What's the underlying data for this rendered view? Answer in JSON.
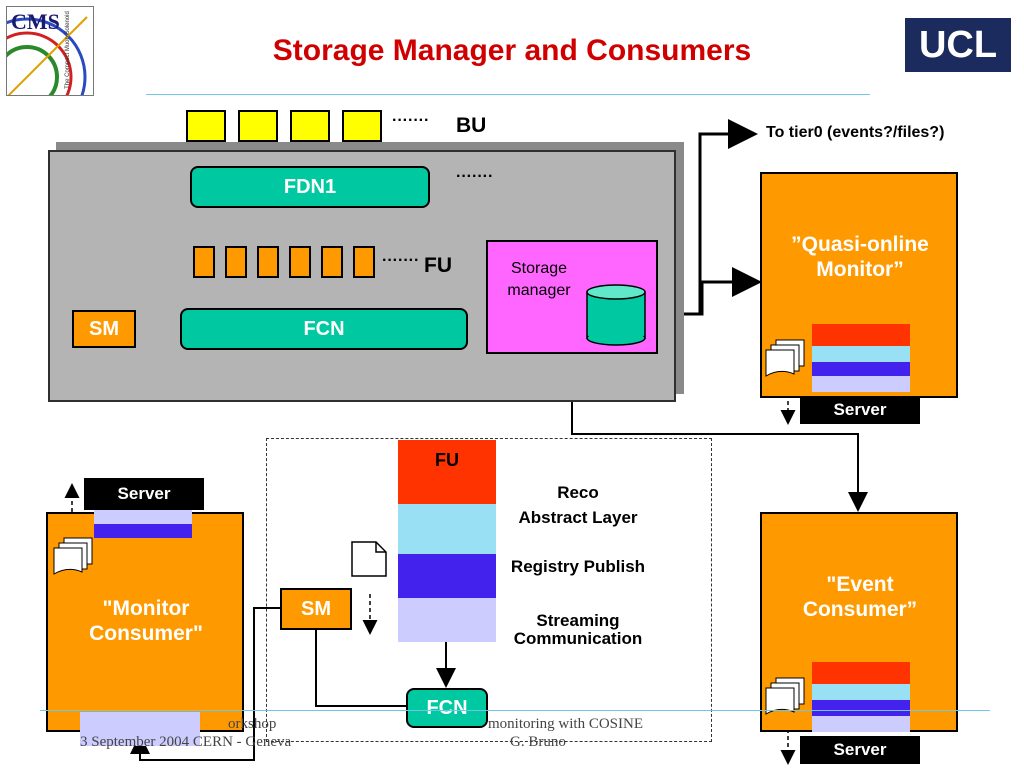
{
  "title": "Storage Manager and Consumers",
  "logos": {
    "left": "CMS",
    "left_sub": "The Compact Muon Solenoid",
    "right": "UCL"
  },
  "daq": {
    "bu_label": "BU",
    "fdn_label": "FDN1",
    "fu_label": "FU",
    "fcn_label": "FCN",
    "sm_label": "SM",
    "dots": "·······",
    "storage_manager_label": "Storage manager"
  },
  "tier0_label": "To tier0 (events?/files?)",
  "quasi_online": {
    "label": "”Quasi-online Monitor”",
    "server": "Server"
  },
  "event_consumer": {
    "label": "\"Event Consumer”",
    "server": "Server"
  },
  "monitor_consumer": {
    "label": "\"Monitor Consumer\"",
    "server": "Server"
  },
  "fu_stack": {
    "header": "FU",
    "layers": [
      "Reco",
      "Abstract Layer",
      "Registry Publish",
      "Streaming Communication"
    ],
    "sm_label": "SM",
    "fcn_label": "FCN"
  },
  "colors": {
    "red": "#ff3300",
    "light_blue": "#99e0f4",
    "blue": "#4422ee",
    "lavender": "#ccccff",
    "orange": "#ff9900",
    "green": "#00c8a0",
    "magenta": "#ff66ff",
    "yellow": "#ffff00"
  },
  "footer": {
    "left_line1": "orkshop",
    "left_line2": "3 September 2004  CERN - Geneva",
    "right_line1": "monitoring with COSINE",
    "right_line2": "G. Bruno"
  }
}
